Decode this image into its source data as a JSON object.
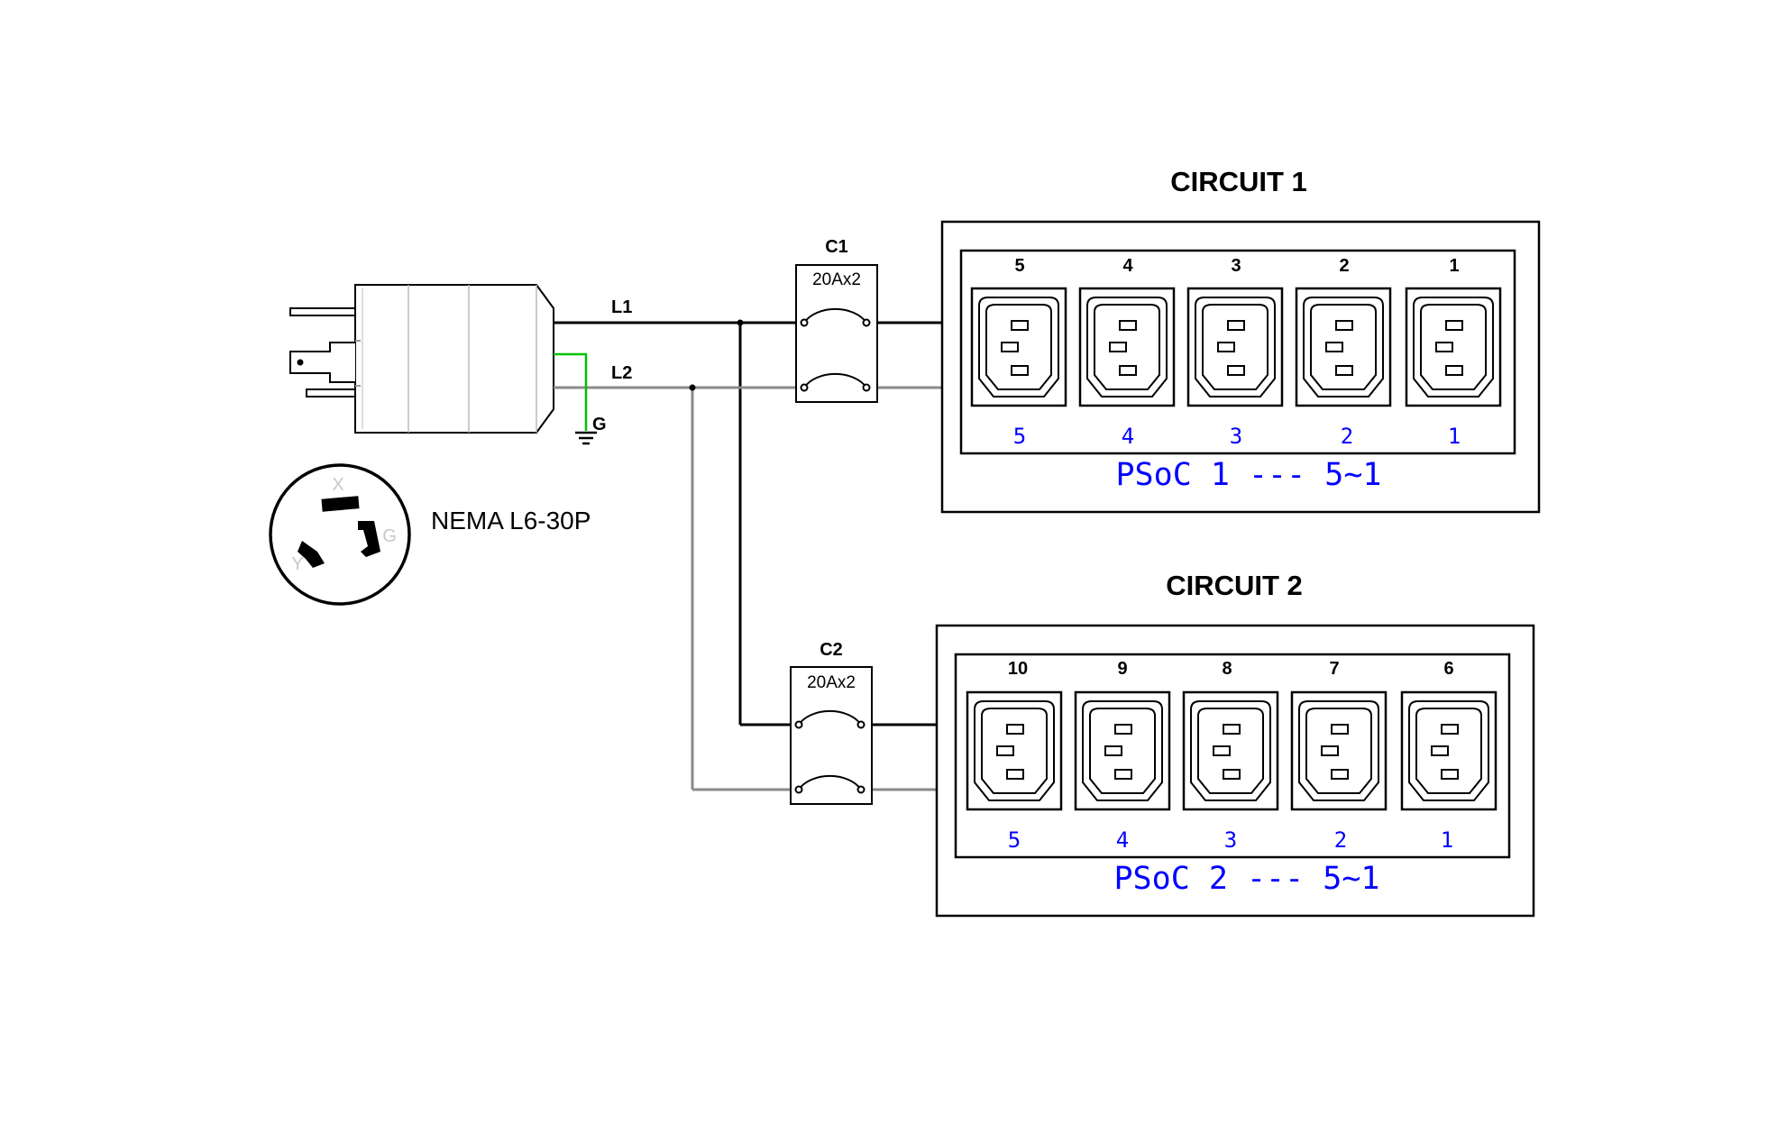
{
  "circuit1": {
    "title": "CIRCUIT 1",
    "breaker_name": "C1",
    "breaker_rating": "20Ax2",
    "top_numbers": [
      "5",
      "4",
      "3",
      "2",
      "1"
    ],
    "bottom_numbers": [
      "5",
      "4",
      "3",
      "2",
      "1"
    ],
    "psoc_label": "PSoC 1 --- 5~1"
  },
  "circuit2": {
    "title": "CIRCUIT 2",
    "breaker_name": "C2",
    "breaker_rating": "20Ax2",
    "top_numbers": [
      "10",
      "9",
      "8",
      "7",
      "6"
    ],
    "bottom_numbers": [
      "5",
      "4",
      "3",
      "2",
      "1"
    ],
    "psoc_label": "PSoC 2 --- 5~1"
  },
  "wires": {
    "l1": "L1",
    "l2": "L2",
    "ground": "G"
  },
  "plug": {
    "name": "NEMA L6-30P",
    "pin_x": "X",
    "pin_y": "Y",
    "pin_g": "G"
  },
  "colors": {
    "l1_wire": "#000000",
    "l2_wire": "#8a8a8a",
    "ground_wire": "#00c000",
    "psoc_text": "#0000ff"
  }
}
